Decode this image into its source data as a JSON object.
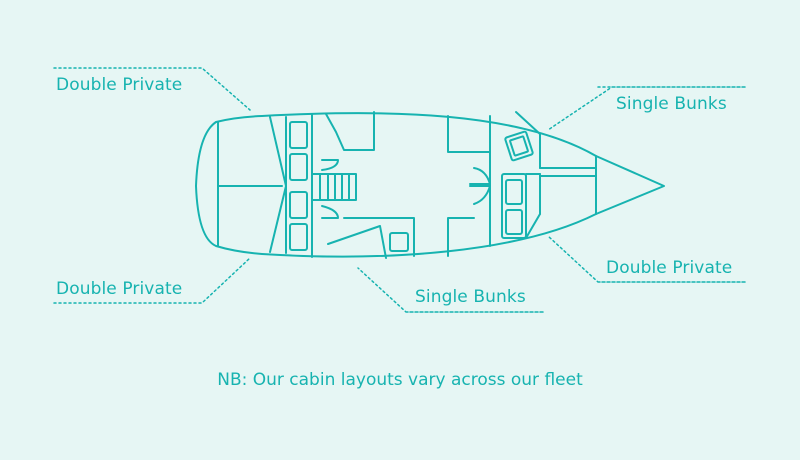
{
  "labels": {
    "top_left": "Double Private",
    "bottom_left": "Double Private",
    "top_right": "Single Bunks",
    "bottom_right": "Double Private",
    "bottom_center": "Single Bunks"
  },
  "note": "NB: Our cabin layouts vary across our fleet",
  "colors": {
    "line": "#17b3b0",
    "background": "#e6f6f4"
  }
}
